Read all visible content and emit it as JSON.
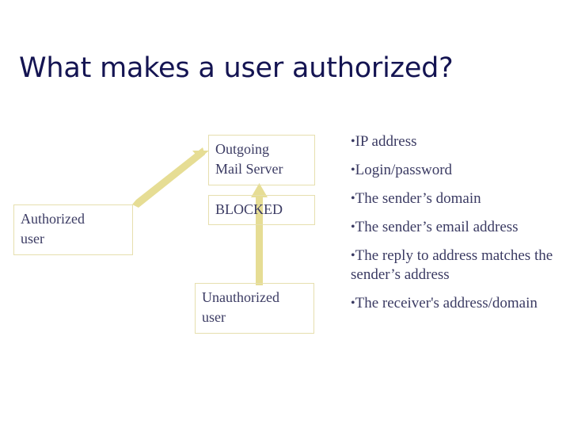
{
  "slide": {
    "title": "What makes a user authorized?",
    "background_color": "#ffffff",
    "title_color": "#141452",
    "body_text_color": "#3b3b63",
    "accent_color": "#e6dd94",
    "box_border_color": "#e6dfae"
  },
  "diagram": {
    "boxes": [
      {
        "id": "outgoing",
        "label": "Outgoing\nMail Server",
        "line1": "Outgoing",
        "line2": "Mail Server"
      },
      {
        "id": "blocked",
        "label": "BLOCKED",
        "line1": "BLOCKED",
        "line2": ""
      },
      {
        "id": "unauthorized",
        "label": "Unauthorized user",
        "line1": "Unauthorized",
        "line2": "user"
      },
      {
        "id": "authorized",
        "label": "Authorized user",
        "line1": "Authorized",
        "line2": "user"
      }
    ],
    "connectors": [
      {
        "id": "authorized-to-outgoing",
        "type": "diagonal-arrow",
        "from": "authorized",
        "to": "outgoing"
      },
      {
        "id": "unauthorized-to-outgoing",
        "type": "vertical-arrow",
        "from": "unauthorized",
        "to": "outgoing"
      }
    ]
  },
  "bullets": {
    "glyph": "•",
    "items": [
      "IP address",
      "Login/password",
      "The sender’s domain",
      "The sender’s email address",
      "The reply to address matches the sender’s address",
      "The receiver's address/domain"
    ]
  }
}
